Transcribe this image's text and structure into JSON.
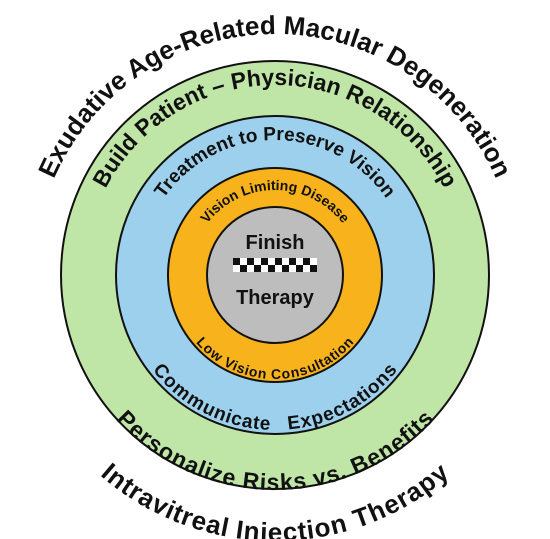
{
  "diagram": {
    "outer_top_text": "Exudative Age-Related Macular Degeneration",
    "outer_bottom_text": "Intravitreal Injection Therapy",
    "rings": {
      "green": {
        "color": "#bfe5a7",
        "top_text": "Build Patient – Physician Relationship",
        "bottom_text": "Personalize Risks vs. Benefits"
      },
      "blue": {
        "color": "#9dd0ec",
        "top_text": "Treatment to Preserve Vision",
        "bottom_text": "Communicate   Expectations"
      },
      "orange": {
        "color": "#f7b21c",
        "top_text": "Vision Limiting Disease",
        "bottom_text": "Low Vision Consultation"
      }
    },
    "center": {
      "color": "#bdbdbd",
      "line1": "Finish",
      "line2": "Therapy",
      "flag_icon": "checkered-flag-icon"
    },
    "stroke_color": "#111111"
  }
}
